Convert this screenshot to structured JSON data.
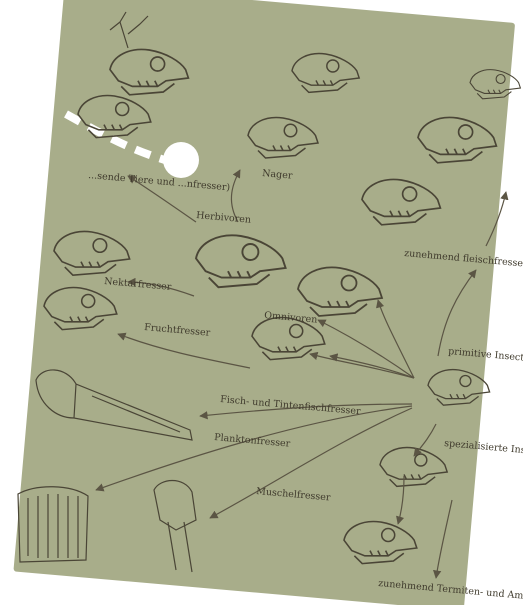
{
  "card": {
    "background": "#a8ad8a",
    "ink": "#4a4536"
  },
  "labels": {
    "ungulates": "...sende Tiere und ...nfresser)",
    "nager": "Nager",
    "herbivoren": "Herbivoren",
    "nektarfresser": "Nektarfresser",
    "fruchtfresser": "Fruchtfresser",
    "omnivoren": "Omnivoren",
    "carnivoren": "zunehmend fleischfressende Carnivoren",
    "primitive": "primitive Insectivoren",
    "fisch": "Fisch- und Tintenfischfresser",
    "plankton": "Planktonfresser",
    "muschel": "Muschelfresser",
    "spezial": "spezialisierte Insektenfresser",
    "termiten": "zunehmend Termiten- und Ameisenfresser"
  },
  "icons": [
    "fold-mark-icon",
    "punch-hole-icon",
    "skull-icon"
  ]
}
